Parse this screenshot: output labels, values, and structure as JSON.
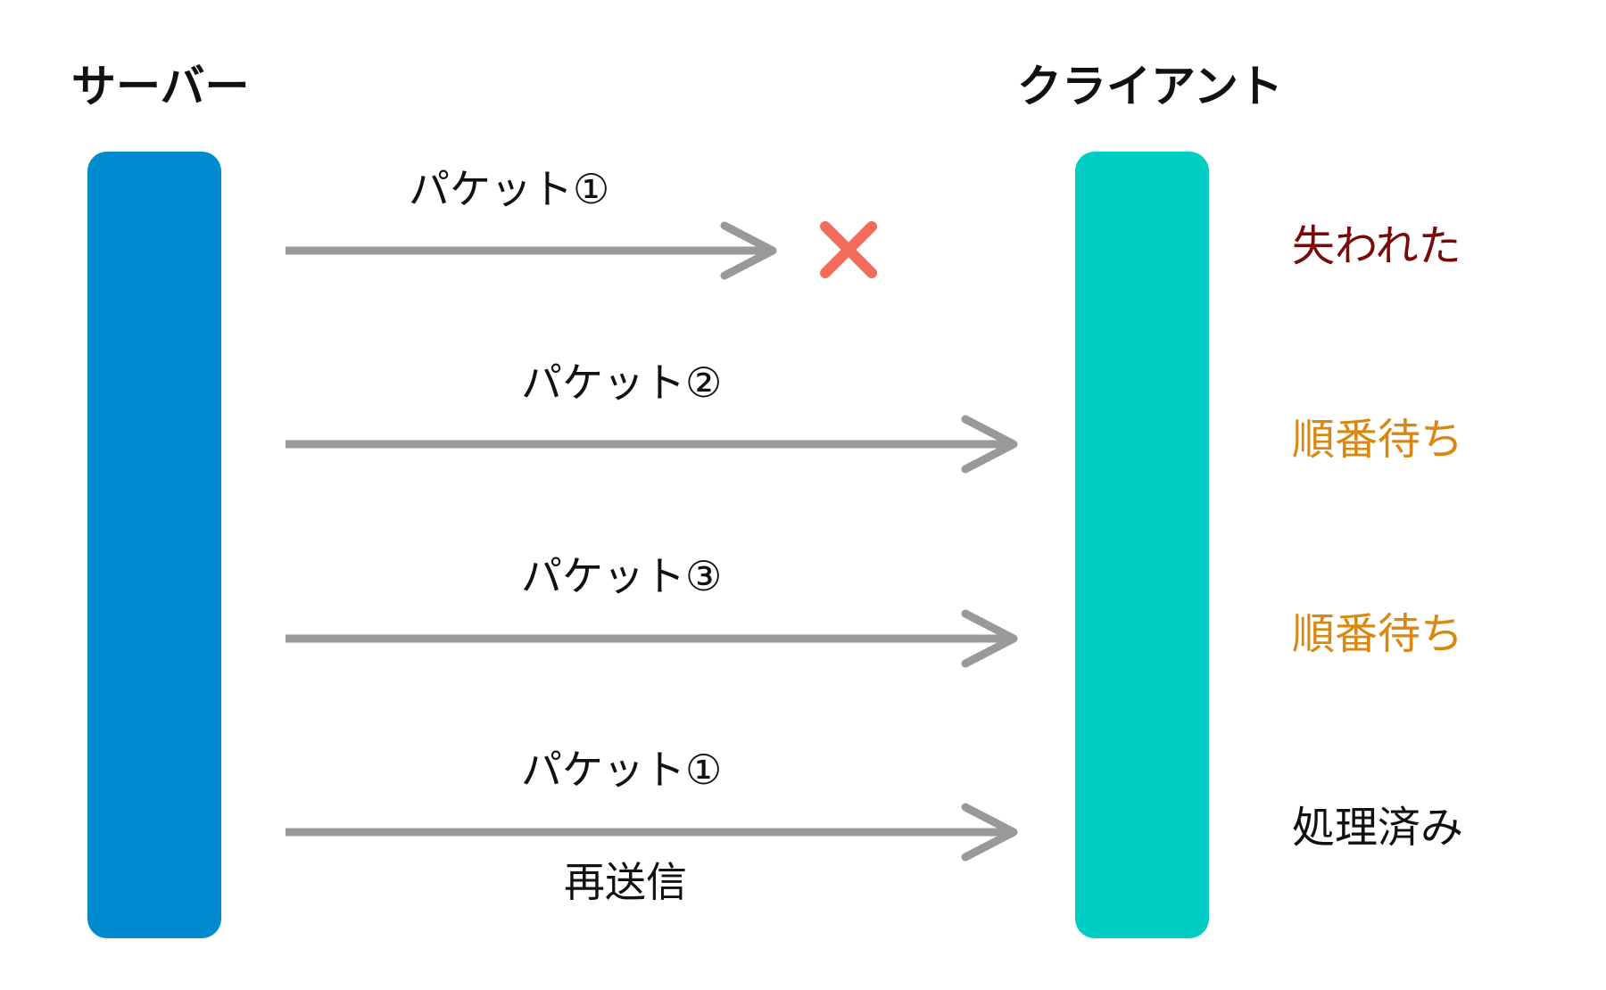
{
  "colors": {
    "server_bar": "#008AD0",
    "client_bar": "#00CEC4",
    "arrow": "#999999",
    "lost_mark": "#F26B5B",
    "status_lost": "#7A0A0A",
    "status_waiting": "#D9870E",
    "status_processed": "#111111"
  },
  "headers": {
    "server": "サーバー",
    "client": "クライアント"
  },
  "packets": [
    {
      "label": "パケット①",
      "status": "失われた",
      "status_kind": "lost"
    },
    {
      "label": "パケット②",
      "status": "順番待ち",
      "status_kind": "waiting"
    },
    {
      "label": "パケット③",
      "status": "順番待ち",
      "status_kind": "waiting"
    },
    {
      "label": "パケット①",
      "status": "処理済み",
      "status_kind": "processed"
    }
  ],
  "lost_mark": "✕",
  "retransmit_note": "再送信",
  "icons": {
    "lost": "x-mark-icon",
    "arrow": "arrow-right-icon"
  }
}
